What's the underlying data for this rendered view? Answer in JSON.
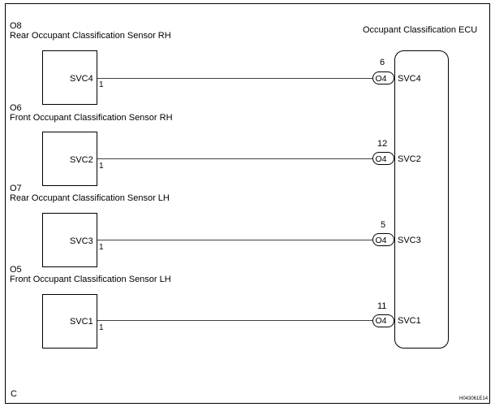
{
  "ecu": {
    "title": "Occupant Classification ECU"
  },
  "sensors": [
    {
      "code": "O8",
      "name": "Rear Occupant Classification Sensor RH",
      "terminal": "SVC4",
      "pin": "1",
      "ecu_pin": "6",
      "ecu_connector": "O4",
      "ecu_terminal": "SVC4"
    },
    {
      "code": "O6",
      "name": "Front Occupant Classification Sensor RH",
      "terminal": "SVC2",
      "pin": "1",
      "ecu_pin": "12",
      "ecu_connector": "O4",
      "ecu_terminal": "SVC2"
    },
    {
      "code": "O7",
      "name": "Rear Occupant Classification Sensor LH",
      "terminal": "SVC3",
      "pin": "1",
      "ecu_pin": "5",
      "ecu_connector": "O4",
      "ecu_terminal": "SVC3"
    },
    {
      "code": "O5",
      "name": "Front Occupant Classification Sensor LH",
      "terminal": "SVC1",
      "pin": "1",
      "ecu_pin": "11",
      "ecu_connector": "O4",
      "ecu_terminal": "SVC1"
    }
  ],
  "footer": {
    "corner_mark": "C",
    "drawing_id": "H043061E14"
  }
}
